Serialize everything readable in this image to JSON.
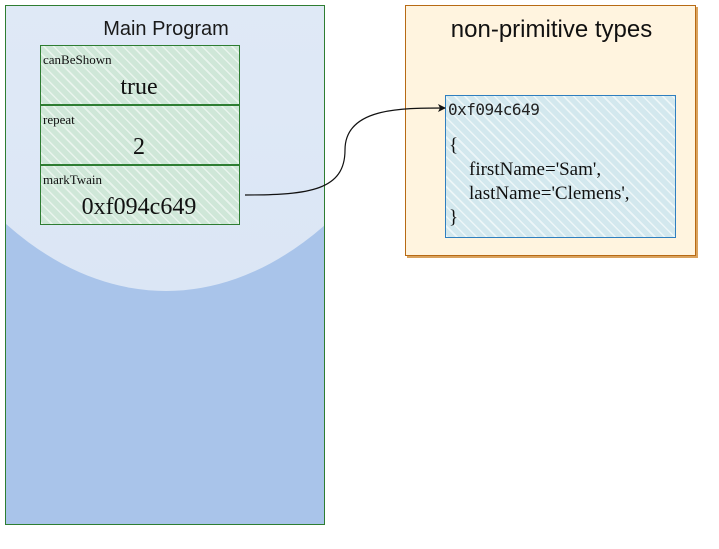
{
  "stack": {
    "title": "Main Program",
    "variables": [
      {
        "name": "canBeShown",
        "value": "true"
      },
      {
        "name": "repeat",
        "value": "2"
      },
      {
        "name": "markTwain",
        "value": "0xf094c649"
      }
    ]
  },
  "heap": {
    "title": "non-primitive types",
    "object": {
      "address": "0xf094c649",
      "open_brace": "{",
      "fields": [
        "firstName='Sam',",
        "lastName='Clemens',"
      ],
      "close_brace": "}"
    }
  },
  "colors": {
    "stack_border": "#2e7d32",
    "stack_fill": "#a9c4ea",
    "cell_fill": "#cfe7d8",
    "heap_border": "#b76a14",
    "heap_fill": "#fff4df",
    "object_border": "#2f7fbf",
    "object_fill": "#d3e8ee"
  }
}
